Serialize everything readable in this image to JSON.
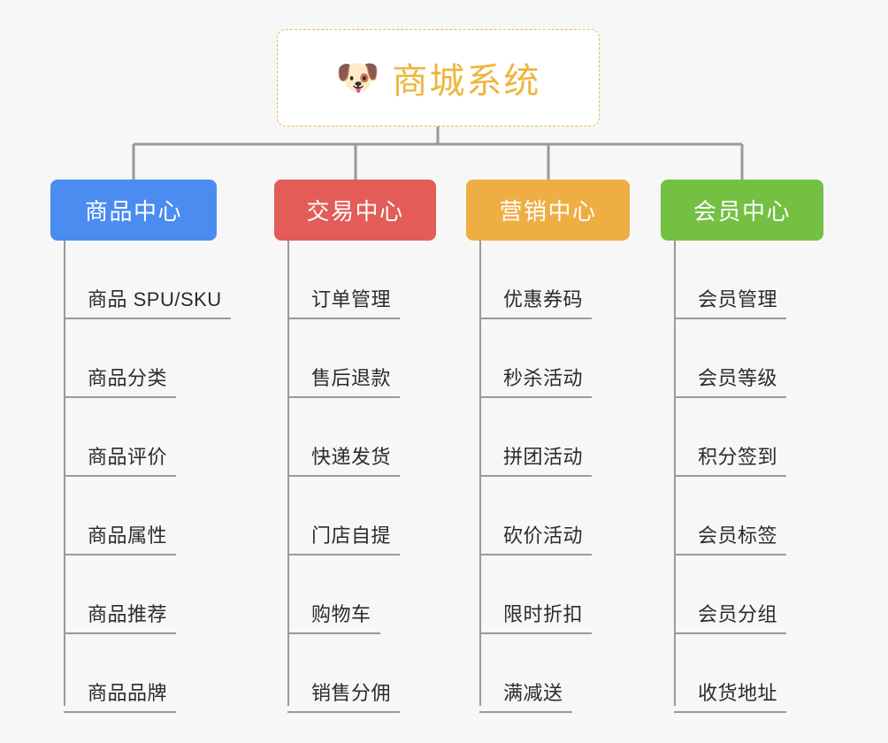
{
  "root": {
    "icon": "dog-face-icon",
    "emoji": "🐶",
    "title": "商城系统",
    "accent_color": "#eeb53f",
    "border_color": "#e8b855",
    "background": "#ffffff"
  },
  "page": {
    "background_color": "#f7f7f7",
    "connector_color": "#9a9a9a"
  },
  "columns": [
    {
      "id": "product-center",
      "title": "商品中心",
      "color": "#4a8cf0",
      "items": [
        {
          "label": "商品 SPU/SKU"
        },
        {
          "label": "商品分类"
        },
        {
          "label": "商品评价"
        },
        {
          "label": "商品属性"
        },
        {
          "label": "商品推荐"
        },
        {
          "label": "商品品牌"
        }
      ]
    },
    {
      "id": "trade-center",
      "title": "交易中心",
      "color": "#e35c57",
      "items": [
        {
          "label": "订单管理"
        },
        {
          "label": "售后退款"
        },
        {
          "label": "快递发货"
        },
        {
          "label": "门店自提"
        },
        {
          "label": "购物车"
        },
        {
          "label": "销售分佣"
        }
      ]
    },
    {
      "id": "marketing-center",
      "title": "营销中心",
      "color": "#eeae44",
      "items": [
        {
          "label": "优惠券码"
        },
        {
          "label": "秒杀活动"
        },
        {
          "label": "拼团活动"
        },
        {
          "label": "砍价活动"
        },
        {
          "label": "限时折扣"
        },
        {
          "label": "满减送"
        }
      ]
    },
    {
      "id": "member-center",
      "title": "会员中心",
      "color": "#73c043",
      "items": [
        {
          "label": "会员管理"
        },
        {
          "label": "会员等级"
        },
        {
          "label": "积分签到"
        },
        {
          "label": "会员标签"
        },
        {
          "label": "会员分组"
        },
        {
          "label": "收货地址"
        }
      ]
    }
  ]
}
